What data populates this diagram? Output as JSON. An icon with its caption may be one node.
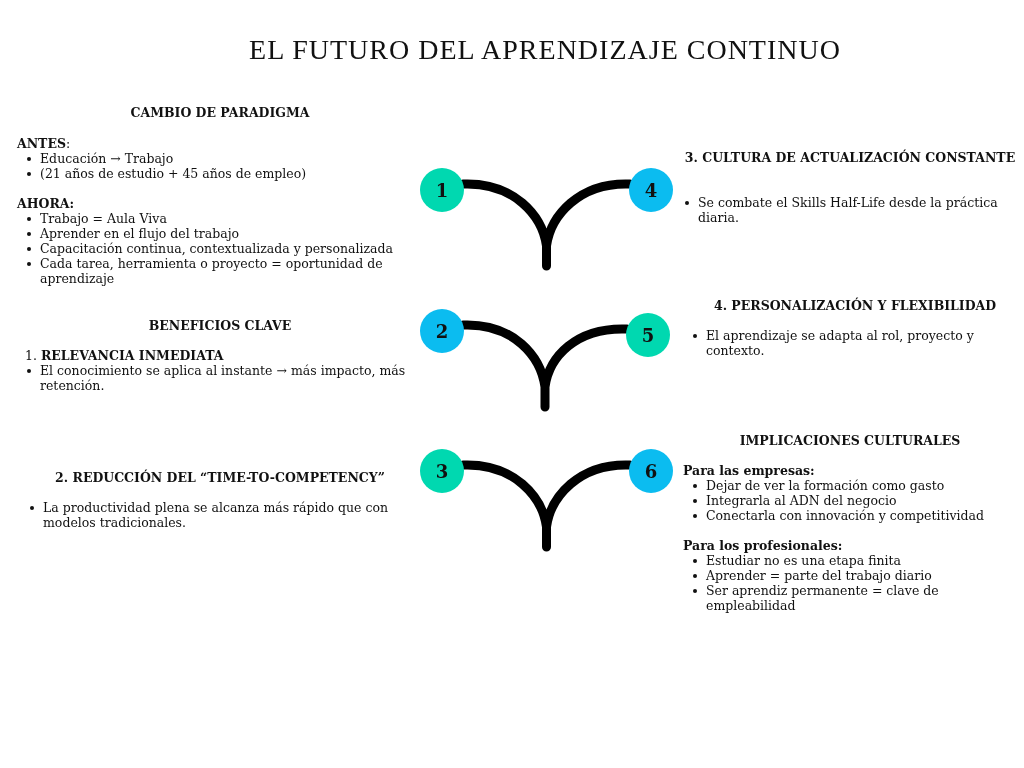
{
  "diagram": {
    "title": "EL FUTURO DEL APRENDIZAJE CONTINUO",
    "nodes": [
      {
        "text": [
          "1"
        ]
      },
      {
        "text": [
          "4"
        ]
      },
      {
        "text": [
          "2"
        ]
      },
      {
        "text": [
          "5"
        ]
      },
      {
        "text": [
          "3"
        ]
      },
      {
        "text": [
          "6"
        ]
      }
    ],
    "edges": [
      {
        "from": 0,
        "to": 1,
        "arrow": "none"
      },
      {
        "from": 2,
        "to": 3,
        "arrow": "none"
      },
      {
        "from": 4,
        "to": 5,
        "arrow": "none"
      }
    ],
    "labels": [
      "CAMBIO DE PARADIGMA",
      "**ANTES**:",
      "Educación → Trabajo",
      "(21 años de estudio + 45 años de empleo)",
      "AHORA:",
      "Trabajo = Aula Viva",
      "Aprender en el flujo del trabajo",
      "Capacitación continua, contextualizada y personalizada",
      "Cada tarea, herramienta o proyecto = oportunidad de aprendizaje",
      "BENEFICIOS CLAVE",
      "1. **RELEVANCIA INMEDIATA**",
      "El conocimiento se aplica al instante → más impacto, más retención.",
      "2. REDUCCIÓN DEL “TIME-TO-COMPETENCY”",
      "La productividad plena se alcanza más rápido que con modelos tradicionales.",
      "3. CULTURA DE ACTUALIZACIÓN CONSTANTE",
      "Se combate el Skills Half-Life desde la práctica diaria.",
      "4. PERSONALIZACIÓN Y FLEXIBILIDAD",
      "El aprendizaje se adapta al rol, proyecto y contexto.",
      "IMPLICACIONES CULTURALES",
      "Para las empresas:",
      "Dejar de ver la formación como gasto",
      "Integrarla al ADN del negocio",
      "Conectarla con innovación y competitividad",
      "Para los profesionales:",
      "Estudiar no es una etapa finita",
      "Aprender = parte del trabajo diario",
      "Ser aprendiz permanente = clave de empleabilidad"
    ]
  }
}
